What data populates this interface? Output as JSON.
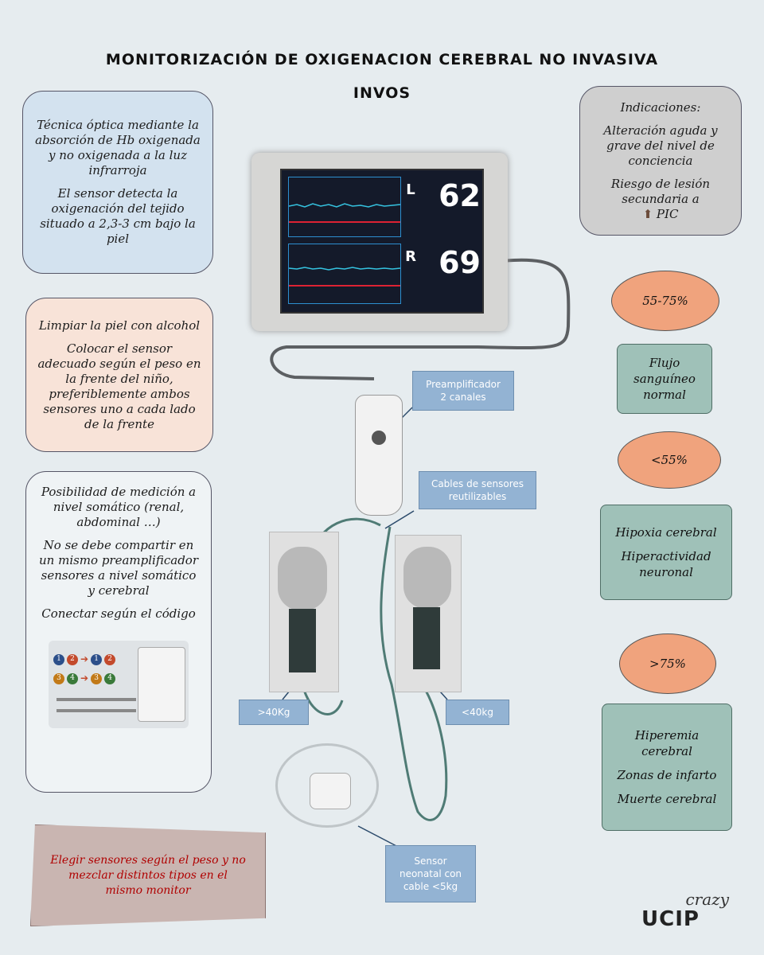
{
  "title": {
    "line1": "MONITORIZACIÓN DE OXIGENACION CEREBRAL NO INVASIVA",
    "line2": "INVOS"
  },
  "left_boxes": {
    "technique": [
      "Técnica óptica mediante la absorción de Hb oxigenada y no oxigenada a la luz infrarroja",
      "El sensor detecta la oxigenación del tejido situado a 2,3-3 cm bajo la piel"
    ],
    "placement": [
      "Limpiar la piel con alcohol",
      "Colocar el sensor adecuado según el peso en la frente del niño, preferiblemente ambos sensores uno a cada lado de la frente"
    ],
    "somatic": [
      "Posibilidad de medición a nivel somático (renal, abdominal …)",
      "No se debe compartir en un mismo preamplificador sensores a nivel somático y cerebral",
      "Conectar según el código"
    ]
  },
  "warning": "Elegir sensores según el peso y no mezclar distintos tipos en el mismo monitor",
  "indications": {
    "heading": "Indicaciones:",
    "items": [
      "Alteración aguda y grave del nivel de conciencia",
      "Riesgo de lesión secundaria a"
    ],
    "pic_label": "PIC"
  },
  "ranges": [
    {
      "range": "55-75%",
      "meaning": [
        "Flujo sanguíneo normal"
      ]
    },
    {
      "range": "<55%",
      "meaning": [
        "Hipoxia cerebral",
        "Hiperactividad neuronal"
      ]
    },
    {
      "range": ">75%",
      "meaning": [
        "Hiperemia cerebral",
        "Zonas de infarto",
        "Muerte cerebral"
      ]
    }
  ],
  "monitor": {
    "left_side": "L",
    "right_side": "R",
    "left_value": "62",
    "right_value": "69"
  },
  "labels": {
    "preamp": [
      "Preamplificador",
      "2 canales"
    ],
    "cables": [
      "Cables de sensores",
      "reutilizables"
    ],
    "adult": ">40Kg",
    "child": "<40kg",
    "neonatal": [
      "Sensor",
      "neonatal con",
      "cable <5kg"
    ]
  },
  "connector_codes": [
    "1",
    "2",
    "1",
    "2",
    "3",
    "4",
    "3",
    "4"
  ],
  "logo": {
    "top": "crazy",
    "bottom": "UCIP"
  }
}
